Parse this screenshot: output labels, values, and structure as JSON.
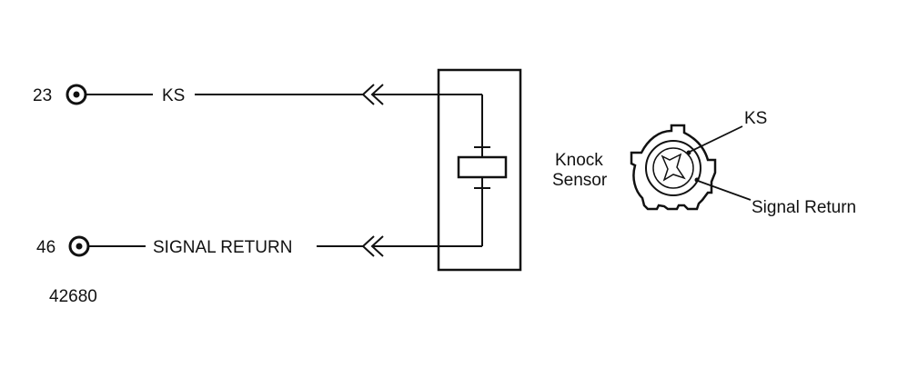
{
  "diagram": {
    "pins": [
      {
        "number": "23",
        "wire_label": "KS"
      },
      {
        "number": "46",
        "wire_label": "SIGNAL RETURN"
      }
    ],
    "figure_number": "42680",
    "sensor": {
      "name_line1": "Knock",
      "name_line2": "Sensor",
      "terminal_ks": "KS",
      "terminal_return": "Signal Return"
    }
  }
}
